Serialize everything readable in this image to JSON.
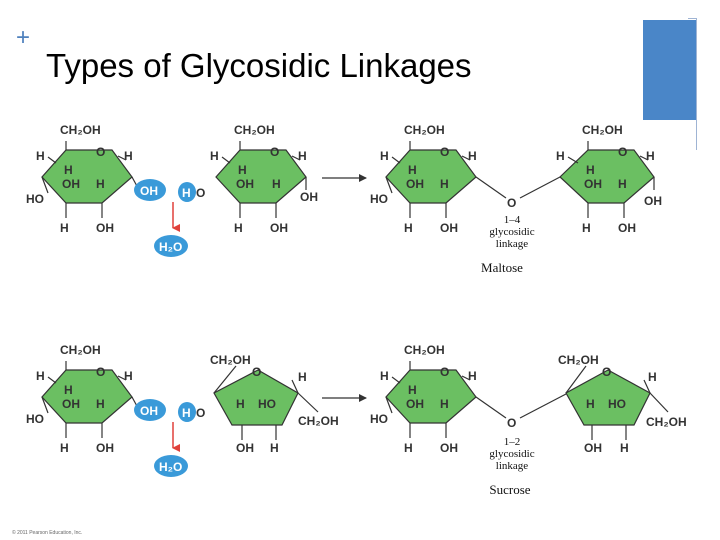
{
  "slide": {
    "title": "Types of Glycosidic Linkages",
    "copyright": "© 2011 Pearson Education, Inc."
  },
  "labels": {
    "ch2oh": "CH₂OH",
    "h": "H",
    "oh": "OH",
    "ho": "HO",
    "o": "O",
    "h2o": "H₂O",
    "ho_o": "O",
    "ho_h": "H"
  },
  "maltose": {
    "linkage": [
      "1–4",
      "glycosidic",
      "linkage"
    ],
    "product": "Maltose"
  },
  "sucrose": {
    "linkage": [
      "1–2",
      "glycosidic",
      "linkage"
    ],
    "product": "Sucrose"
  },
  "colors": {
    "ring": "#6bbf62",
    "highlight": "#3a9ad9",
    "arrow": "#e0413a",
    "accent": "#4a86c8"
  }
}
